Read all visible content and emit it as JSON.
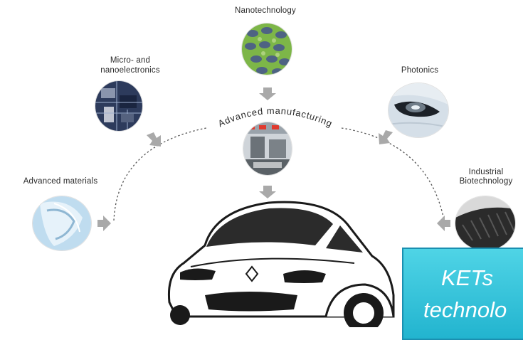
{
  "center_label": "Advanced manufacturing",
  "nodes": {
    "nanotechnology": "Nanotechnology",
    "micro_nano_line1": "Micro- and",
    "micro_nano_line2": "nanoelectronics",
    "photonics": "Photonics",
    "advanced_materials": "Advanced materials",
    "industrial_biotech_line1": "Industrial",
    "industrial_biotech_line2": "Biotechnology"
  },
  "callout": {
    "line1": "KETs",
    "line2": "technolo"
  },
  "colors": {
    "arrow": "#a9a9a9",
    "callout_fill": "#33c3da",
    "callout_border": "#1a8fb0",
    "dash": "#555555"
  }
}
